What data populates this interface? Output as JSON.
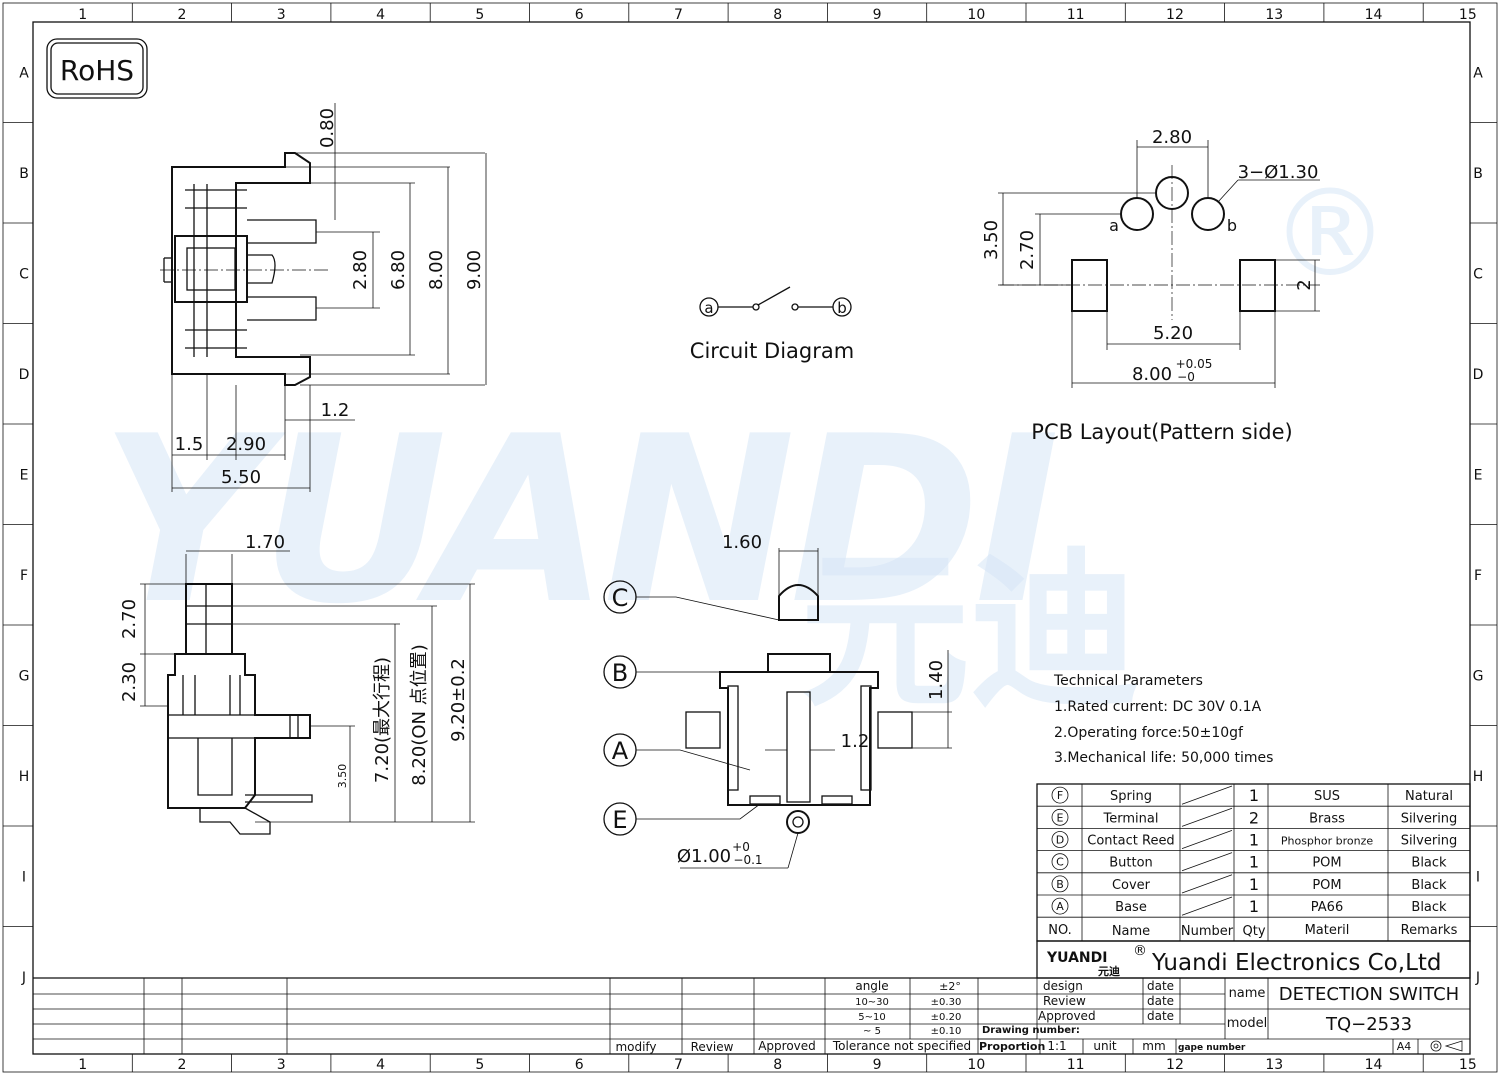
{
  "colors": {
    "watermark_blue": "#c9def4",
    "watermark_green": "#cfe8d4",
    "line": "#111111"
  },
  "grid": {
    "cols": [
      "1",
      "2",
      "3",
      "4",
      "5",
      "6",
      "7",
      "8",
      "9",
      "10",
      "11",
      "12",
      "13",
      "14",
      "15"
    ],
    "rows": [
      "A",
      "B",
      "C",
      "D",
      "E",
      "F",
      "G",
      "H",
      "I",
      "J"
    ]
  },
  "rohs": "RoHS",
  "watermark": {
    "latin": "YUANDI",
    "chinese": "元迪",
    "registered": "®"
  },
  "front_view": {
    "d080": "0.80",
    "d280": "2.80",
    "d680": "6.80",
    "d800": "8.00",
    "d900": "9.00",
    "d12": "1.2",
    "d15": "1.5",
    "d290": "2.90",
    "d550": "5.50"
  },
  "circuit": {
    "a": "a",
    "b": "b",
    "title": "Circuit Diagram"
  },
  "pcb": {
    "d280": "2.80",
    "holes": "3−Ø1.30",
    "d350": "3.50",
    "d270": "2.70",
    "a": "a",
    "b": "b",
    "d2": "2",
    "d520": "5.20",
    "d800": "8.00",
    "tol_plus": "+0.05",
    "tol_minus": "−0",
    "title": "PCB Layout(Pattern  side)"
  },
  "side_view": {
    "d170": "1.70",
    "d270": "2.70",
    "d230": "2.30",
    "d350": "3.50",
    "d720": "7.20(最大行程)",
    "d820": "8.20(ON 点位置)",
    "d920": "9.20±0.2"
  },
  "section_view": {
    "d160": "1.60",
    "d140": "1.40",
    "d12": "1.2",
    "dia": "Ø1.00",
    "tol_plus": "+0",
    "tol_minus": "−0.1",
    "callouts": [
      "C",
      "B",
      "A",
      "E"
    ]
  },
  "tech": {
    "title": "Technical Parameters",
    "items": [
      "1.Rated  current:  DC  30V  0.1A",
      "2.Operating  force:50±10gf",
      "3.Mechanical  life:  50,000  times"
    ]
  },
  "bom": {
    "rows": [
      {
        "no": "F",
        "name": "Spring",
        "qty": "1",
        "material": "SUS",
        "remarks": "Natural"
      },
      {
        "no": "E",
        "name": "Terminal",
        "qty": "2",
        "material": "Brass",
        "remarks": "Silvering"
      },
      {
        "no": "D",
        "name": "Contact Reed",
        "qty": "1",
        "material": "Phosphor bronze",
        "remarks": "Silvering"
      },
      {
        "no": "C",
        "name": "Button",
        "qty": "1",
        "material": "POM",
        "remarks": "Black"
      },
      {
        "no": "B",
        "name": "Cover",
        "qty": "1",
        "material": "POM",
        "remarks": "Black"
      },
      {
        "no": "A",
        "name": "Base",
        "qty": "1",
        "material": "PA66",
        "remarks": "Black"
      }
    ],
    "header": {
      "no": "NO.",
      "name": "Name",
      "number": "Number",
      "qty": "Qty",
      "material": "Materil",
      "remarks": "Remarks"
    }
  },
  "title_block": {
    "logo": "YUANDI",
    "logo_cn": "元迪",
    "reg": "®",
    "company": "Yuandi Electronics Co,Ltd",
    "design": "design",
    "review": "Review",
    "approved": "Approved",
    "date": "date",
    "drawing_number": "Drawing number:",
    "proportion": "Proportion",
    "scale": "1:1",
    "unit": "unit",
    "mm": "mm",
    "gape": "gape number",
    "name_label": "name",
    "name_value": "DETECTION  SWITCH",
    "model_label": "model",
    "model_value": "TQ−2533",
    "paper": "A4",
    "angle": "angle",
    "angle_tol": "±2°",
    "r1": "10~30",
    "r1t": "±0.30",
    "r2": "5~10",
    "r2t": "±0.20",
    "r3": "~ 5",
    "r3t": "±0.10",
    "tolerance": "Tolerance  not  specified",
    "modify": "modify",
    "rev": "Review",
    "appr": "Approved"
  }
}
